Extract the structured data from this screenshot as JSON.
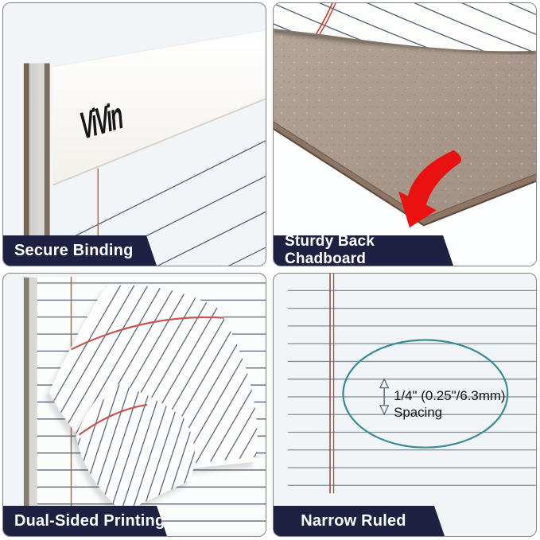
{
  "product": {
    "brand_logo": "ViVin"
  },
  "panels": {
    "secure_binding": {
      "label": "Secure Binding"
    },
    "sturdy_back": {
      "label": "Sturdy Back Chadboard"
    },
    "dual_sided": {
      "label": "Dual-Sided Printing"
    },
    "narrow_ruled": {
      "label": "Narrow Ruled",
      "spacing_annotation_line1": "1/4\" (0.25\"/6.3mm)",
      "spacing_annotation_line2": "Spacing"
    }
  },
  "colors": {
    "banner_navy": "#1f2142",
    "rule_line_blue": "#4a5a70",
    "narrow_rule_gray": "#7e8c98",
    "margin_red": "#c4554e",
    "double_margin_red": "#b2433d",
    "highlight_teal": "#3a8a93",
    "arrow_red": "#ea1111",
    "chipboard_brown": "#a89686",
    "chipboard_edge_brown": "#8d7665",
    "binding_white": "#ffffff"
  }
}
